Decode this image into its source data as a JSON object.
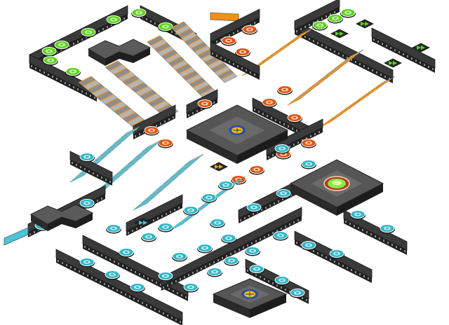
{
  "scene": {
    "view": "isometric",
    "palette": {
      "background": "#ffffff",
      "track_top": "#3a3a3a",
      "track_side": "#222222",
      "stair_steps": "#9a9a9a",
      "green_zone": "#5cd31c",
      "orange_zone": "#e2540f",
      "cyan_zone": "#2fb6c7",
      "gold_marker": "#f0c020",
      "platform_top": "#565656"
    },
    "zones": [
      {
        "name": "green-zone",
        "pad_color": "#5cd31c",
        "arrow_pads": 4
      },
      {
        "name": "orange-zone",
        "pad_color": "#e2540f",
        "arrow_pads": 1
      },
      {
        "name": "cyan-zone",
        "pad_color": "#2fb6c7",
        "arrow_pads": 1
      }
    ],
    "platforms": [
      {
        "name": "center-platform",
        "marker": "gold-star-icon"
      },
      {
        "name": "goal-platform",
        "marker": "green-goal-icon"
      },
      {
        "name": "bottom-platform",
        "marker": "gold-star-icon"
      },
      {
        "name": "top-left-x-platform",
        "marker": "none"
      },
      {
        "name": "left-x-platform",
        "marker": "none"
      }
    ],
    "exits": [
      {
        "name": "orange-exit",
        "color": "#f09018"
      },
      {
        "name": "cyan-exit",
        "color": "#49c6d8"
      }
    ]
  }
}
